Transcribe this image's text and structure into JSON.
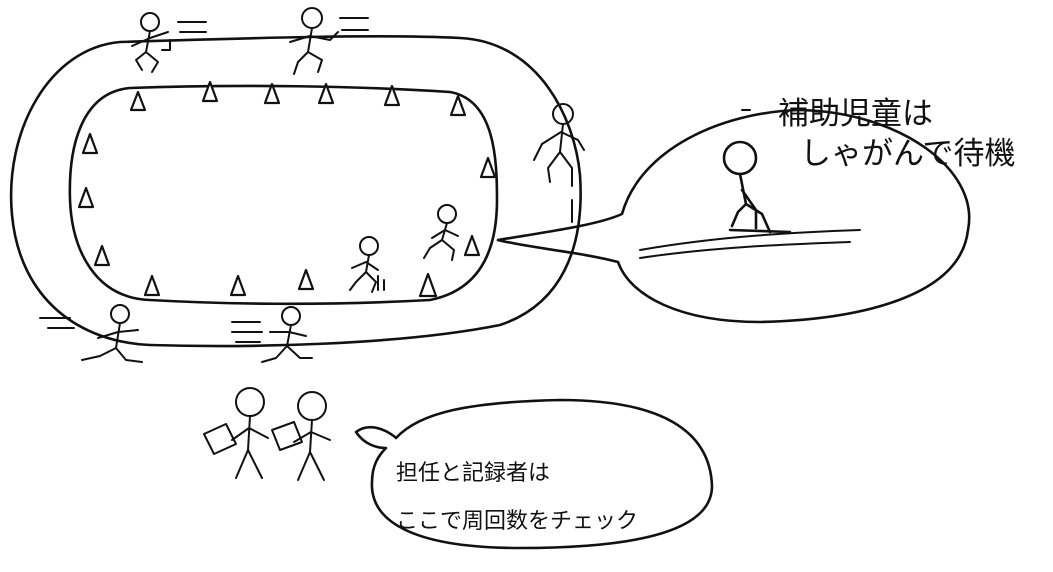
{
  "annotations": {
    "helper_line1": "補助児童は",
    "helper_line2": "しゃがんで待機",
    "teacher_line1": "担任と記録者は",
    "teacher_line2": "ここで周回数をチェック"
  }
}
